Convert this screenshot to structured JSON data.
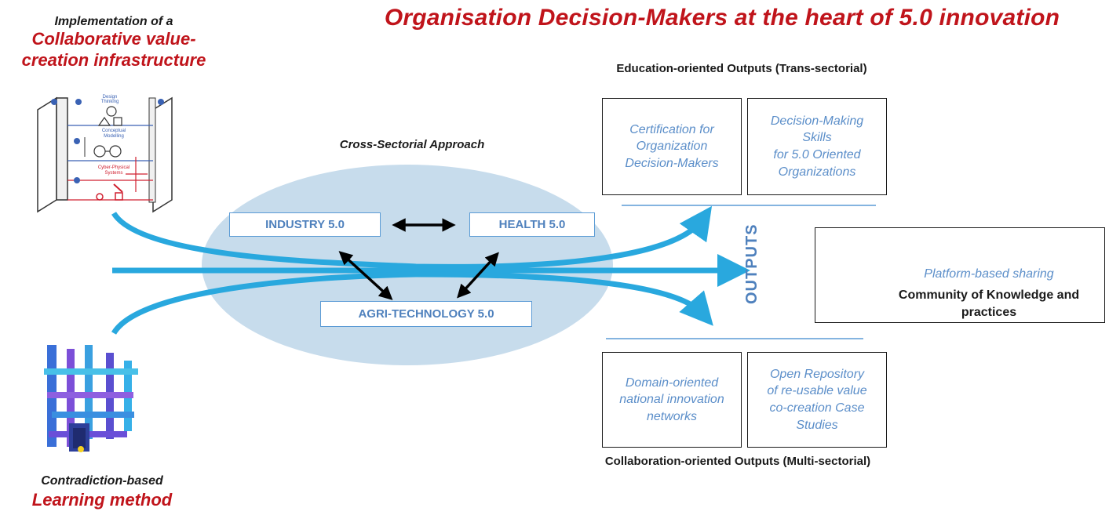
{
  "title": "Organisation Decision-Makers at the heart of 5.0 innovation",
  "infrastructure": {
    "line1": "Implementation of a",
    "line2": "Collaborative value-",
    "line3": "creation infrastructure"
  },
  "learning": {
    "line1": "Contradiction-based",
    "line2": "Learning method"
  },
  "cross_sectorial": {
    "label": "Cross-Sectorial Approach",
    "sectors": [
      "INDUSTRY 5.0",
      "HEALTH 5.0",
      "AGRI-TECHNOLOGY 5.0"
    ]
  },
  "outputs_label": "OUTPUTS",
  "education": {
    "heading": "Education-oriented Outputs (Trans-sectorial)",
    "boxes": [
      [
        "Certification for",
        "Organization",
        "Decision-Makers"
      ],
      [
        "Decision-Making",
        "Skills",
        "for 5.0  Oriented",
        "Organizations"
      ]
    ]
  },
  "collaboration": {
    "heading": "Collaboration-oriented Outputs (Multi-sectorial)",
    "boxes": [
      [
        "Domain-oriented",
        "national innovation",
        "networks"
      ],
      [
        "Open Repository",
        "of re-usable value",
        "co-creation Case",
        "Studies"
      ]
    ]
  },
  "platform": {
    "subtitle": "Platform-based sharing",
    "main_line1": "Community of Knowledge and",
    "main_line2": "practices"
  },
  "colors": {
    "title_red": "#c0141b",
    "arrow_blue": "#29a8de",
    "ellipse_fill": "#c7dcec",
    "text_blue": "#5b8ec9"
  }
}
